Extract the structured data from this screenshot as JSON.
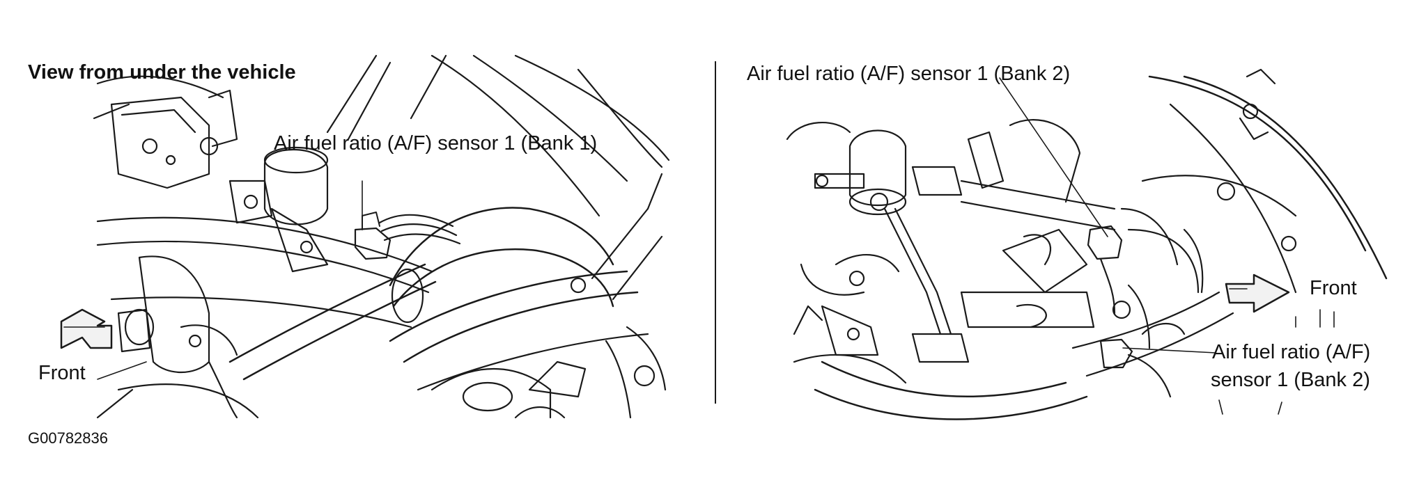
{
  "left_panel": {
    "title": "View from under the vehicle",
    "sensor_label": "Air fuel ratio (A/F) sensor 1 (Bank 1)",
    "front_label": "Front"
  },
  "right_panel": {
    "sensor_label_top": "Air fuel ratio (A/F) sensor 1 (Bank 2)",
    "sensor_label_bottom_line1": "Air fuel ratio (A/F)",
    "sensor_label_bottom_line2": "sensor 1 (Bank 2)",
    "front_label": "Front"
  },
  "figure_code": "G00782836",
  "colors": {
    "ink": "#1a1a1a",
    "background": "#ffffff"
  }
}
